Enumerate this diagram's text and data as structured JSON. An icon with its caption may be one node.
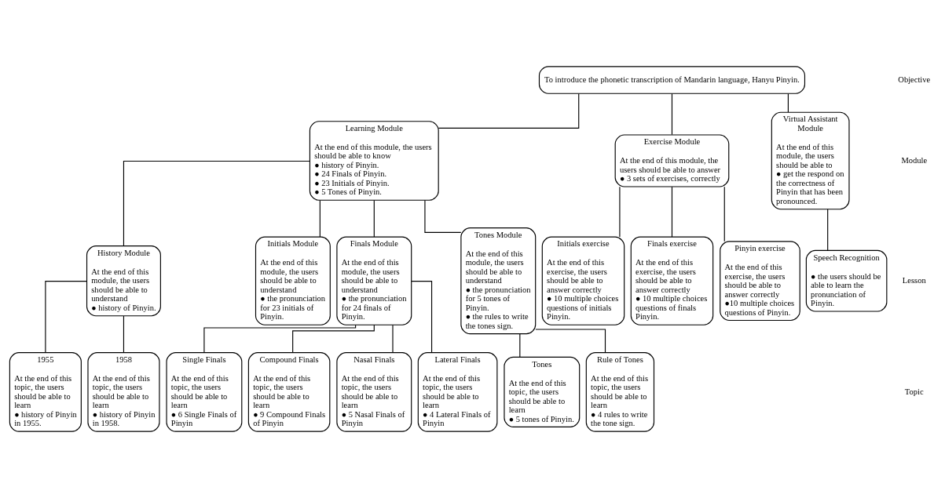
{
  "diagram": {
    "nodes": [
      {
        "text": [
          "To introduce the phonetic transcription of Mandarin language, Hanyu Pinyin."
        ]
      },
      {
        "text": [
          "Learning Module",
          "At the end of this module, the users should be able to know",
          "● history of Pinyin.",
          "● 24 Finals of Pinyin.",
          "● 23 Initials of Pinyin.",
          "● 5 Tones of Pinyin."
        ]
      },
      {
        "text": [
          "Exercise Module",
          "At the end of this module, the users should be able to answer",
          "● 3 sets of exercises, correctly"
        ]
      },
      {
        "text": [
          "Virtual Assistant Module",
          "At the end of this module, the users should be able to",
          "● get the respond on the correctness of Pinyin that has been pronounced."
        ]
      },
      {
        "text": [
          "History Module",
          "At the end of this module, the users should be able to understand",
          "● history of Pinyin."
        ]
      },
      {
        "text": [
          "Initials Module",
          "At the end of this module, the users should be able to understand",
          "● the pronunciation for 23 initials of Pinyin."
        ]
      },
      {
        "text": [
          "Finals Module",
          "At the end of this module, the users should be able to understand",
          "● the pronunciation for 24 finals of Pinyin."
        ]
      },
      {
        "text": [
          "Tones Module",
          "At the end of this module, the users should be able to understand",
          "● the pronunciation for 5 tones of Pinyin.",
          "● the rules to write the tones sign."
        ]
      },
      {
        "text": [
          "Initials exercise",
          "At the end of this exercise, the users should be able to answer correctly",
          "● 10 multiple choices questions of initials Pinyin."
        ]
      },
      {
        "text": [
          "Finals exercise",
          "At the end of this exercise, the users should be able to answer correctly",
          "● 10 multiple choices questions of finals Pinyin."
        ]
      },
      {
        "text": [
          "Pinyin exercise",
          "At the end of this exercise, the users should be able to answer correctly",
          "●10 multiple choices questions of Pinyin."
        ]
      },
      {
        "text": [
          "Speech Recognition",
          "● the users should be able to learn the pronunciation of Pinyin."
        ]
      },
      {
        "text": [
          "1955",
          "At the end of this topic, the users should be able to learn",
          "● history of Pinyin in 1955."
        ]
      },
      {
        "text": [
          "1958",
          "At the end of this topic, the users should be able to learn",
          "● history of Pinyin in 1958."
        ]
      },
      {
        "text": [
          "Single Finals",
          "At the end of this topic, the users should be able to learn",
          "● 6 Single Finals of Pinyin"
        ]
      },
      {
        "text": [
          "Compound Finals",
          "At the end of this topic, the users should be able to learn",
          "● 9 Compound Finals of Pinyin"
        ]
      },
      {
        "text": [
          "Nasal Finals",
          "At the end of this topic, the users should be able to learn",
          "● 5 Nasal Finals of Pinyin"
        ]
      },
      {
        "text": [
          "Lateral Finals",
          "At the end of this topic, the users should be able to learn",
          "● 4 Lateral Finals of Pinyin"
        ]
      },
      {
        "text": [
          "Tones",
          "At the end of this topic, the users should be able to learn",
          "● 5 tones of Pinyin."
        ]
      },
      {
        "text": [
          "Rule of Tones",
          "At the end of this topic, the users should be able to learn",
          "● 4 rules to write the tone sign."
        ]
      }
    ],
    "edges": [
      {
        "from": 0,
        "to": 1,
        "arrow": "none"
      },
      {
        "from": 0,
        "to": 2,
        "arrow": "none"
      },
      {
        "from": 0,
        "to": 3,
        "arrow": "none"
      },
      {
        "from": 1,
        "to": 4,
        "arrow": "none"
      },
      {
        "from": 1,
        "to": 5,
        "arrow": "none"
      },
      {
        "from": 1,
        "to": 6,
        "arrow": "none"
      },
      {
        "from": 1,
        "to": 7,
        "arrow": "none"
      },
      {
        "from": 2,
        "to": 8,
        "arrow": "none"
      },
      {
        "from": 2,
        "to": 9,
        "arrow": "none"
      },
      {
        "from": 2,
        "to": 10,
        "arrow": "none"
      },
      {
        "from": 3,
        "to": 11,
        "arrow": "none"
      },
      {
        "from": 4,
        "to": 12,
        "arrow": "none"
      },
      {
        "from": 4,
        "to": 13,
        "arrow": "none"
      },
      {
        "from": 6,
        "to": 14,
        "arrow": "none"
      },
      {
        "from": 6,
        "to": 15,
        "arrow": "none"
      },
      {
        "from": 6,
        "to": 16,
        "arrow": "none"
      },
      {
        "from": 6,
        "to": 17,
        "arrow": "none"
      },
      {
        "from": 7,
        "to": 18,
        "arrow": "none"
      },
      {
        "from": 7,
        "to": 19,
        "arrow": "none"
      }
    ],
    "labels": [
      "Objective",
      "Module",
      "Lesson",
      "Topic"
    ]
  }
}
